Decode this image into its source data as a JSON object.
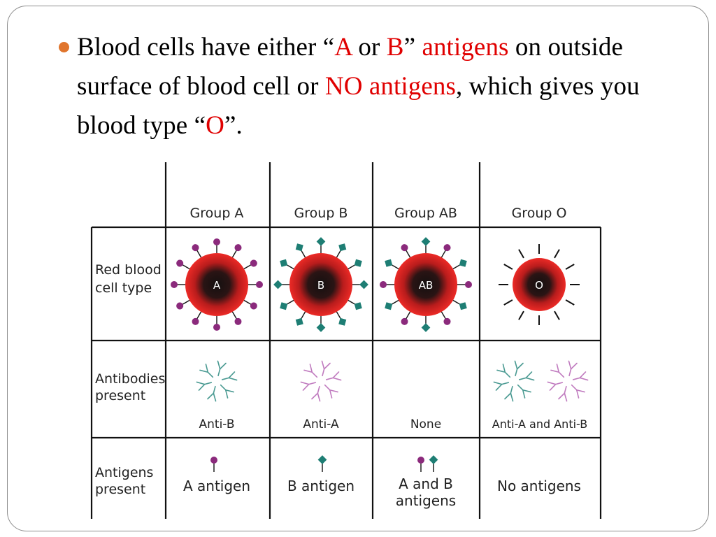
{
  "slide": {
    "text_parts": [
      {
        "text": "Blood cells have either “",
        "color": "black"
      },
      {
        "text": "A",
        "color": "red"
      },
      {
        "text": " or ",
        "color": "black"
      },
      {
        "text": "B",
        "color": "red"
      },
      {
        "text": "” ",
        "color": "black"
      },
      {
        "text": "antigens",
        "color": "red"
      },
      {
        "text": " on outside surface of blood cell or ",
        "color": "black"
      },
      {
        "text": "NO antigens",
        "color": "red"
      },
      {
        "text": ", which gives you blood type “",
        "color": "black"
      },
      {
        "text": "O",
        "color": "red"
      },
      {
        "text": "”.",
        "color": "black"
      }
    ]
  },
  "colors": {
    "bullet": "#e0752d",
    "highlight": "#e00000",
    "cell": "#e8201e",
    "antigen_a": "#8b2a7c",
    "antigen_b": "#1e7e74",
    "antibody_a": "#c07bbf",
    "antibody_b": "#4a9a92"
  },
  "diagram": {
    "columns": [
      {
        "key": "A",
        "header": "Group A",
        "cell_label": "A",
        "antibodies_label": "Anti-B",
        "antigens_label_lines": [
          "A antigen"
        ]
      },
      {
        "key": "B",
        "header": "Group B",
        "cell_label": "B",
        "antibodies_label": "Anti-A",
        "antigens_label_lines": [
          "B antigen"
        ]
      },
      {
        "key": "AB",
        "header": "Group AB",
        "cell_label": "AB",
        "antibodies_label": "None",
        "antigens_label_lines": [
          "A and B",
          "antigens"
        ]
      },
      {
        "key": "O",
        "header": "Group O",
        "cell_label": "O",
        "antibodies_label": "Anti-A and Anti-B",
        "antigens_label_lines": [
          "No antigens"
        ]
      }
    ],
    "rows": [
      {
        "key": "cell",
        "label_lines": [
          "Red blood",
          "cell type"
        ]
      },
      {
        "key": "antibodies",
        "label_lines": [
          "Antibodies",
          "present"
        ]
      },
      {
        "key": "antigens",
        "label_lines": [
          "Antigens",
          "present"
        ]
      }
    ]
  }
}
